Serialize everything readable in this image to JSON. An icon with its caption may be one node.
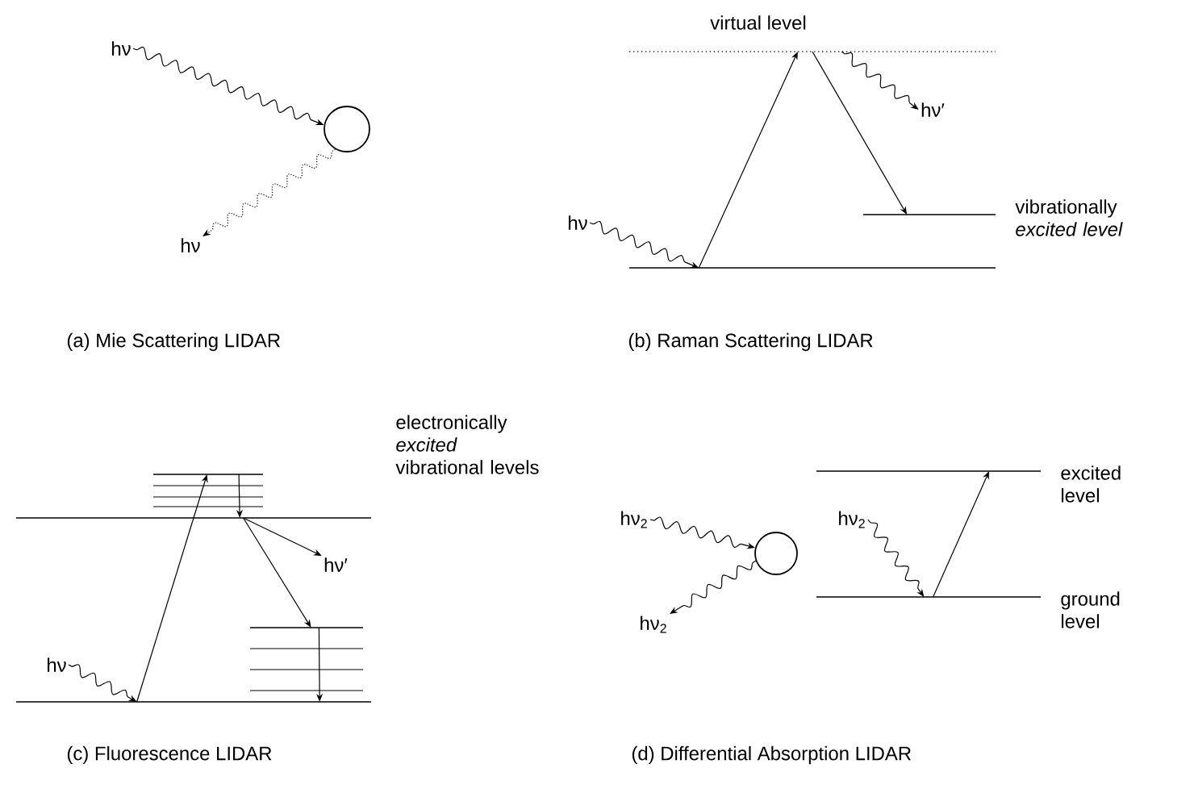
{
  "diagram": {
    "nodes": [
      {
        "text": [
          "hν"
        ]
      },
      {
        "text": [],
        "shape": "circle"
      },
      {
        "text": [
          "hν"
        ]
      },
      {
        "text": [
          "virtual level"
        ]
      },
      {
        "text": [],
        "shape": "line"
      },
      {
        "text": [
          "vibrationally *excited level*"
        ]
      },
      {
        "text": [
          "hν"
        ]
      },
      {
        "text": [
          "hν′"
        ]
      },
      {
        "text": [
          "electronically *excited* vibrational levels"
        ]
      },
      {
        "text": [],
        "shape": "line",
        "in": 8
      },
      {
        "text": [],
        "shape": "line"
      },
      {
        "text": [],
        "shape": "line"
      },
      {
        "text": [
          "hν"
        ]
      },
      {
        "text": [
          "hν′"
        ]
      },
      {
        "text": [
          "hν$_{2}$"
        ]
      },
      {
        "text": [],
        "shape": "circle"
      },
      {
        "text": [
          "hν$_{2}$"
        ]
      },
      {
        "text": [
          "excited level"
        ]
      },
      {
        "text": [
          "ground level"
        ]
      },
      {
        "text": [
          "hν$_{2}$"
        ]
      }
    ],
    "edges": [
      {
        "from": 0,
        "to": 1,
        "arrow": "to"
      },
      {
        "from": 1,
        "to": 2,
        "arrow": "to",
        "style": "dashed"
      },
      {
        "from": 6,
        "to": 4,
        "arrow": "to"
      },
      {
        "from": 4,
        "to": 3,
        "arrow": "to"
      },
      {
        "from": 3,
        "to": 5,
        "arrow": "to"
      },
      {
        "from": 3,
        "to": 7,
        "arrow": "to"
      },
      {
        "from": 12,
        "to": 10,
        "arrow": "to"
      },
      {
        "from": 10,
        "to": 9,
        "arrow": "to"
      },
      {
        "from": 9,
        "to": 8,
        "arrow": "to"
      },
      {
        "from": 8,
        "to": 13,
        "arrow": "to"
      },
      {
        "from": 8,
        "to": 11,
        "arrow": "to"
      },
      {
        "from": 11,
        "to": 10,
        "arrow": "to"
      },
      {
        "from": 14,
        "to": 15,
        "arrow": "to"
      },
      {
        "from": 15,
        "to": 16,
        "arrow": "to"
      },
      {
        "from": 19,
        "to": 18,
        "arrow": "to"
      },
      {
        "from": 18,
        "to": 17,
        "arrow": "to"
      }
    ],
    "labels": [
      "(a) Mie Scattering LIDAR",
      "(b) Raman Scattering LIDAR",
      "(c) Fluorescence LIDAR",
      "(d) Differential Absorption LIDAR"
    ]
  }
}
